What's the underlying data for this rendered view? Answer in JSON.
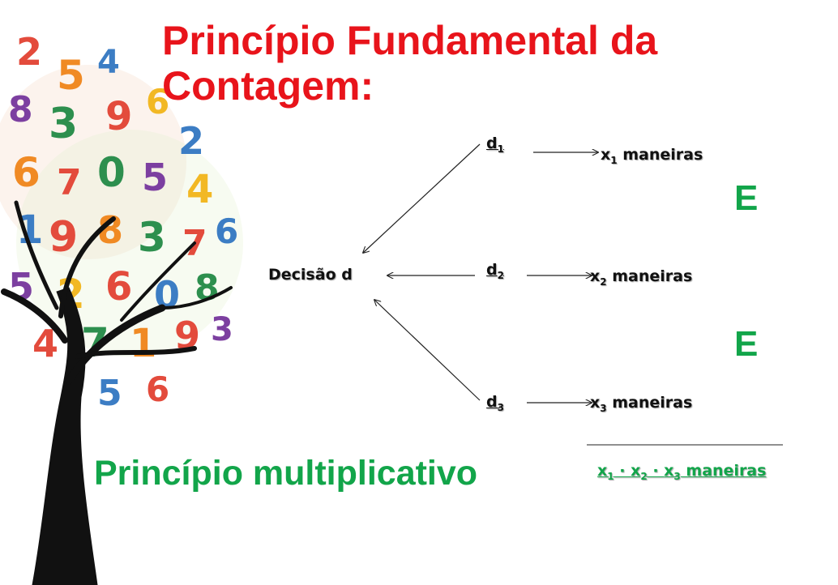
{
  "title": "Princípio Fundamental da Contagem:",
  "decision": "Decisão d",
  "d1": {
    "base": "d",
    "sub": "1"
  },
  "d2": {
    "base": "d",
    "sub": "2"
  },
  "d3": {
    "base": "d",
    "sub": "3"
  },
  "x1": {
    "base": "x",
    "sub": "1",
    "rest": " maneiras"
  },
  "x2": {
    "base": "x",
    "sub": "2",
    "rest": " maneiras"
  },
  "x3": {
    "base": "x",
    "sub": "3",
    "rest": " maneiras"
  },
  "connector1": "E",
  "connector2": "E",
  "multiplicative": "Princípio multiplicativo",
  "product": {
    "a": "x",
    "a_sub": "1",
    "b": "x",
    "b_sub": "2",
    "c": "x",
    "c_sub": "3",
    "dot": " · ",
    "rest": " maneiras"
  },
  "colors": {
    "title": "#e8141b",
    "green": "#12a54a",
    "text": "#111111"
  }
}
